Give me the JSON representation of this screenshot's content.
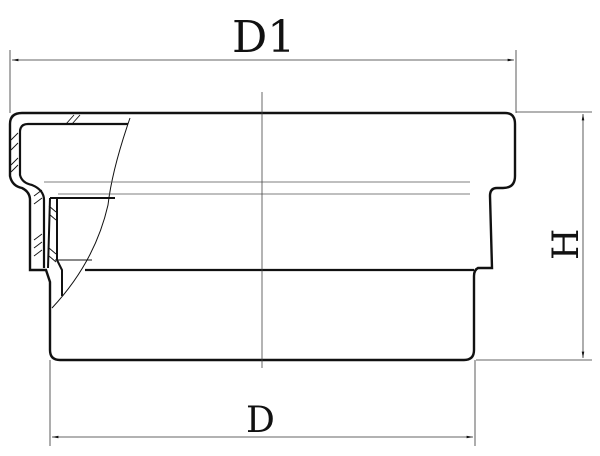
{
  "drawing": {
    "labels": {
      "outer_diameter": "D1",
      "inner_diameter": "D",
      "height": "H"
    },
    "colors": {
      "line": "#111111",
      "background": "#ffffff"
    }
  }
}
